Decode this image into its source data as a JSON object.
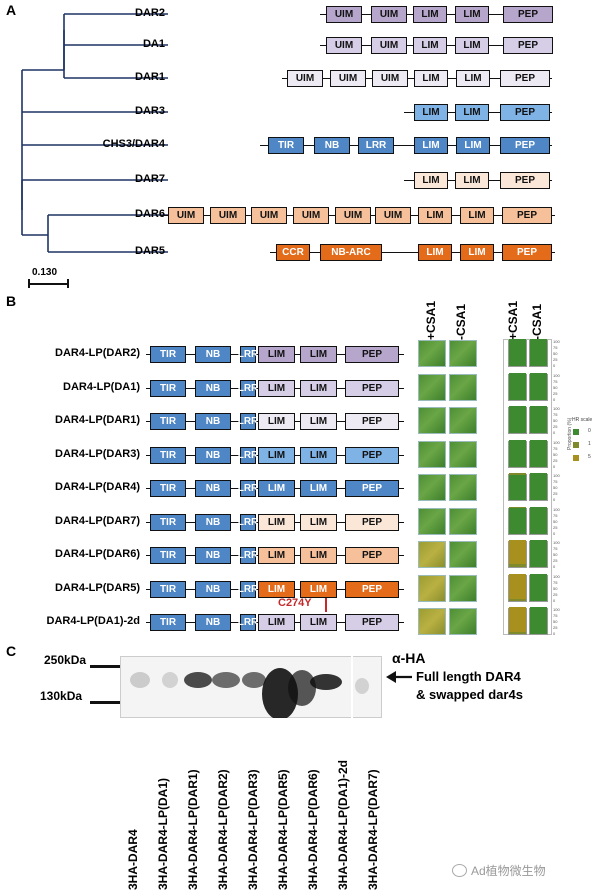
{
  "panels": {
    "a": "A",
    "b": "B",
    "c": "C"
  },
  "colors": {
    "purple": "#b6a6cc",
    "lavender": "#d6cde6",
    "lightlav": "#eeeaf4",
    "blue": "#4f86c6",
    "lightblue": "#7fb2e5",
    "peach": "#f5c09a",
    "cream": "#fbe7d8",
    "orange": "#e36b1a",
    "tree": "#1f3464",
    "hr0": "#3d8a30",
    "hr1": "#7f8a2a",
    "hr5": "#a8901e"
  },
  "tree": {
    "scale_label": "0.130",
    "taxa": [
      "DAR2",
      "DA1",
      "DAR1",
      "DAR3",
      "CHS3/DAR4",
      "DAR7",
      "DAR6",
      "DAR5"
    ]
  },
  "panelA_rows": [
    {
      "name": "DAR2",
      "domains": [
        [
          "UIM",
          "purple"
        ],
        [
          "UIM",
          "purple"
        ],
        [
          "LIM",
          "purple"
        ],
        [
          "LIM",
          "purple"
        ],
        [
          "PEP",
          "purple"
        ]
      ]
    },
    {
      "name": "DA1",
      "domains": [
        [
          "UIM",
          "lavender"
        ],
        [
          "UIM",
          "lavender"
        ],
        [
          "LIM",
          "lavender"
        ],
        [
          "LIM",
          "lavender"
        ],
        [
          "PEP",
          "lavender"
        ]
      ]
    },
    {
      "name": "DAR1",
      "domains": [
        [
          "UIM",
          "lightlav"
        ],
        [
          "UIM",
          "lightlav"
        ],
        [
          "UIM",
          "lightlav"
        ],
        [
          "LIM",
          "lightlav"
        ],
        [
          "LIM",
          "lightlav"
        ],
        [
          "PEP",
          "lightlav"
        ]
      ]
    },
    {
      "name": "DAR3",
      "domains": [
        [
          "LIM",
          "lightblue"
        ],
        [
          "LIM",
          "lightblue"
        ],
        [
          "PEP",
          "lightblue"
        ]
      ]
    },
    {
      "name": "CHS3/DAR4",
      "domains": [
        [
          "TIR",
          "blue"
        ],
        [
          "NB",
          "blue"
        ],
        [
          "LRR",
          "blue"
        ],
        [
          "LIM",
          "blue"
        ],
        [
          "LIM",
          "blue"
        ],
        [
          "PEP",
          "blue"
        ]
      ]
    },
    {
      "name": "DAR7",
      "domains": [
        [
          "LIM",
          "cream"
        ],
        [
          "LIM",
          "cream"
        ],
        [
          "PEP",
          "cream"
        ]
      ]
    },
    {
      "name": "DAR6",
      "domains": [
        [
          "UIM",
          "peach"
        ],
        [
          "UIM",
          "peach"
        ],
        [
          "UIM",
          "peach"
        ],
        [
          "UIM",
          "peach"
        ],
        [
          "UIM",
          "peach"
        ],
        [
          "UIM",
          "peach"
        ],
        [
          "LIM",
          "peach"
        ],
        [
          "LIM",
          "peach"
        ],
        [
          "PEP",
          "peach"
        ]
      ]
    },
    {
      "name": "DAR5",
      "domains": [
        [
          "CCR",
          "orange"
        ],
        [
          "NB-ARC",
          "orange"
        ],
        [
          "LIM",
          "orange"
        ],
        [
          "LIM",
          "orange"
        ],
        [
          "PEP",
          "orange"
        ]
      ]
    }
  ],
  "panelB": {
    "col_plus": "+CSA1",
    "col_minus": "-CSA1",
    "mutation_label": "C274Y",
    "legend_title": "HR scale",
    "legend_items": [
      "0",
      "1",
      "5"
    ],
    "axis_title": "Proportion (%)",
    "axis_ticks": [
      "100",
      "75",
      "50",
      "25",
      "0"
    ],
    "rows": [
      {
        "name": "DAR4-LP(DAR2)",
        "lim": "purple",
        "pep": "purple",
        "leaf": "green",
        "hr_plus": [
          100,
          0,
          0
        ],
        "hr_minus": [
          100,
          0,
          0
        ]
      },
      {
        "name": "DAR4-LP(DA1)",
        "lim": "lavender",
        "pep": "lavender",
        "leaf": "green",
        "hr_plus": [
          100,
          0,
          0
        ],
        "hr_minus": [
          100,
          0,
          0
        ]
      },
      {
        "name": "DAR4-LP(DAR1)",
        "lim": "lightlav",
        "pep": "lightlav",
        "leaf": "green",
        "hr_plus": [
          100,
          0,
          0
        ],
        "hr_minus": [
          100,
          0,
          0
        ]
      },
      {
        "name": "DAR4-LP(DAR3)",
        "lim": "lightblue",
        "pep": "lightblue",
        "leaf": "green",
        "hr_plus": [
          100,
          0,
          0
        ],
        "hr_minus": [
          100,
          0,
          0
        ]
      },
      {
        "name": "DAR4-LP(DAR4)",
        "lim": "blue",
        "pep": "blue",
        "leaf": "green",
        "hr_plus": [
          92,
          8,
          0
        ],
        "hr_minus": [
          100,
          0,
          0
        ]
      },
      {
        "name": "DAR4-LP(DAR7)",
        "lim": "cream",
        "pep": "cream",
        "leaf": "green",
        "hr_plus": [
          95,
          5,
          0
        ],
        "hr_minus": [
          100,
          0,
          0
        ]
      },
      {
        "name": "DAR4-LP(DAR6)",
        "lim": "peach",
        "pep": "peach",
        "leaf": "yellow",
        "hr_plus": [
          0,
          10,
          90
        ],
        "hr_minus": [
          100,
          0,
          0
        ]
      },
      {
        "name": "DAR4-LP(DAR5)",
        "lim": "orange",
        "pep": "orange",
        "leaf": "yellow",
        "hr_plus": [
          0,
          5,
          95
        ],
        "hr_minus": [
          100,
          0,
          0
        ]
      },
      {
        "name": "DAR4-LP(DA1)-2d",
        "lim": "lavender",
        "pep": "lavender",
        "leaf": "yellow",
        "hr_plus": [
          0,
          8,
          92
        ],
        "hr_minus": [
          100,
          0,
          0
        ],
        "mutant": true
      }
    ]
  },
  "panelC": {
    "marker_high": "250kDa",
    "marker_low": "130kDa",
    "antibody": "α-HA",
    "arrow_label_1": "Full length DAR4",
    "arrow_label_2": "& swapped dar4s",
    "lanes": [
      "3HA-DAR4",
      "3HA-DAR4-LP(DA1)",
      "3HA-DAR4-LP(DAR1)",
      "3HA-DAR4-LP(DAR2)",
      "3HA-DAR4-LP(DAR3)",
      "3HA-DAR4-LP(DAR5)",
      "3HA-DAR4-LP(DAR6)",
      "3HA-DAR4-LP(DA1)-2d",
      "3HA-DAR4-LP(DAR7)"
    ]
  },
  "watermark": "Ad植物微生物"
}
